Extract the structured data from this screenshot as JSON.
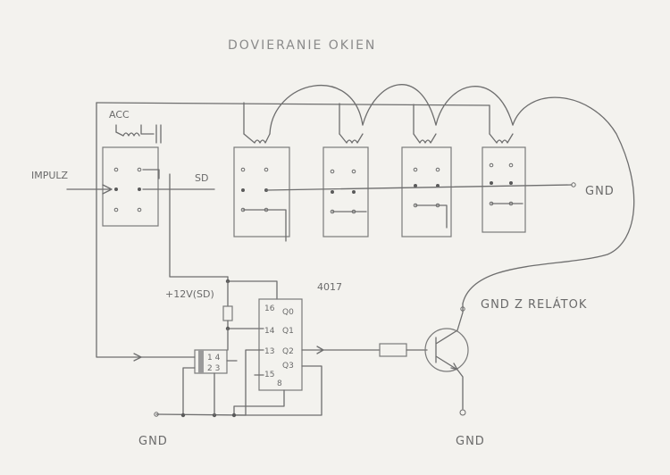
{
  "title": "DOVIERANIE OKIEN",
  "labels": {
    "acc": "ACC",
    "impulz": "IMPULZ",
    "sd": "SD",
    "gnd_right": "GND",
    "gnd_bottom_left": "GND",
    "gnd_bottom_right": "GND",
    "gnd_z_relatok": "GND Z RELÁTOK",
    "supply": "+12V(SD)"
  },
  "ic": {
    "part": "4017",
    "pins_left": [
      "16",
      "14",
      "13",
      "15"
    ],
    "pins_right": [
      "Q0",
      "Q1",
      "Q2",
      "Q3"
    ],
    "pin_bottom": "8"
  },
  "dip": {
    "row1": "1 4",
    "row2": "2 3"
  }
}
